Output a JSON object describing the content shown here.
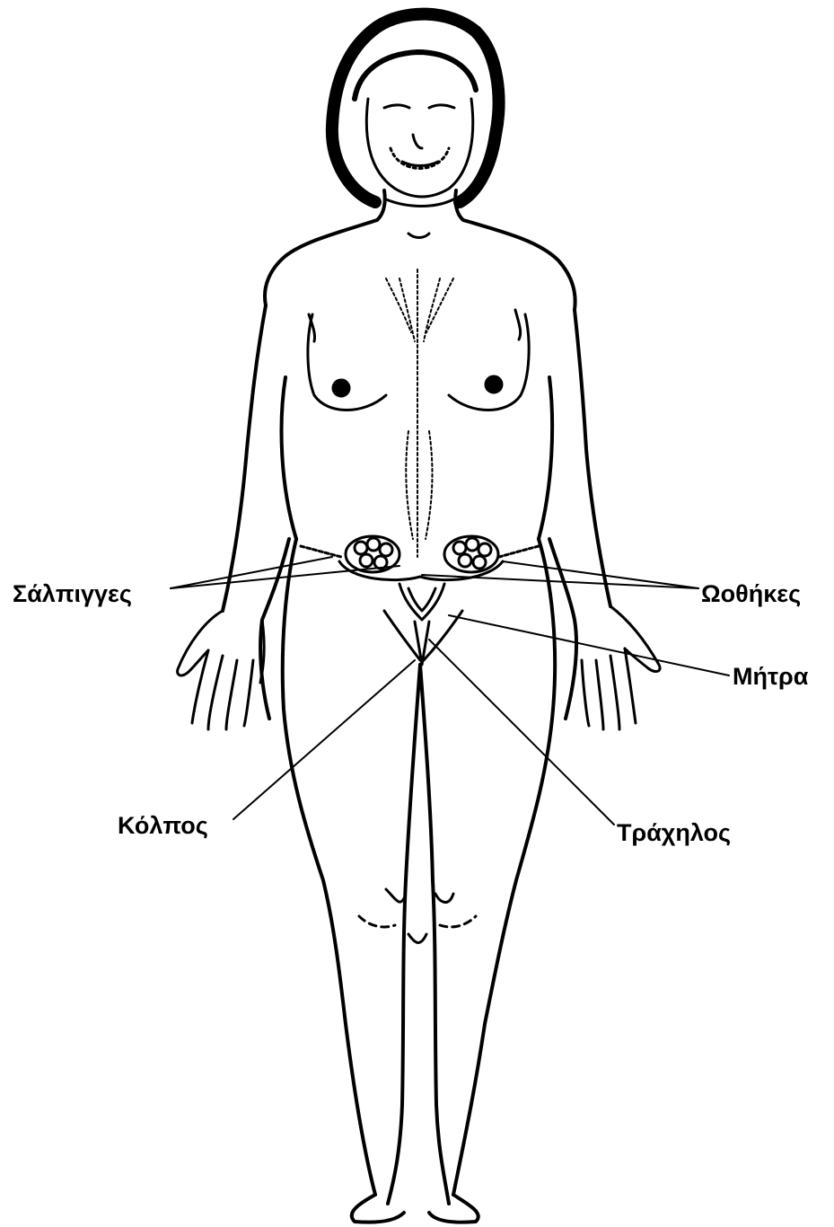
{
  "labels": {
    "fallopian_tubes": "Σάλπιγγες",
    "ovaries": "Ωοθήκες",
    "uterus": "Μήτρα",
    "vagina": "Κόλπος",
    "cervix": "Τράχηλος"
  },
  "colors": {
    "ink": "#000000",
    "background": "#ffffff"
  }
}
